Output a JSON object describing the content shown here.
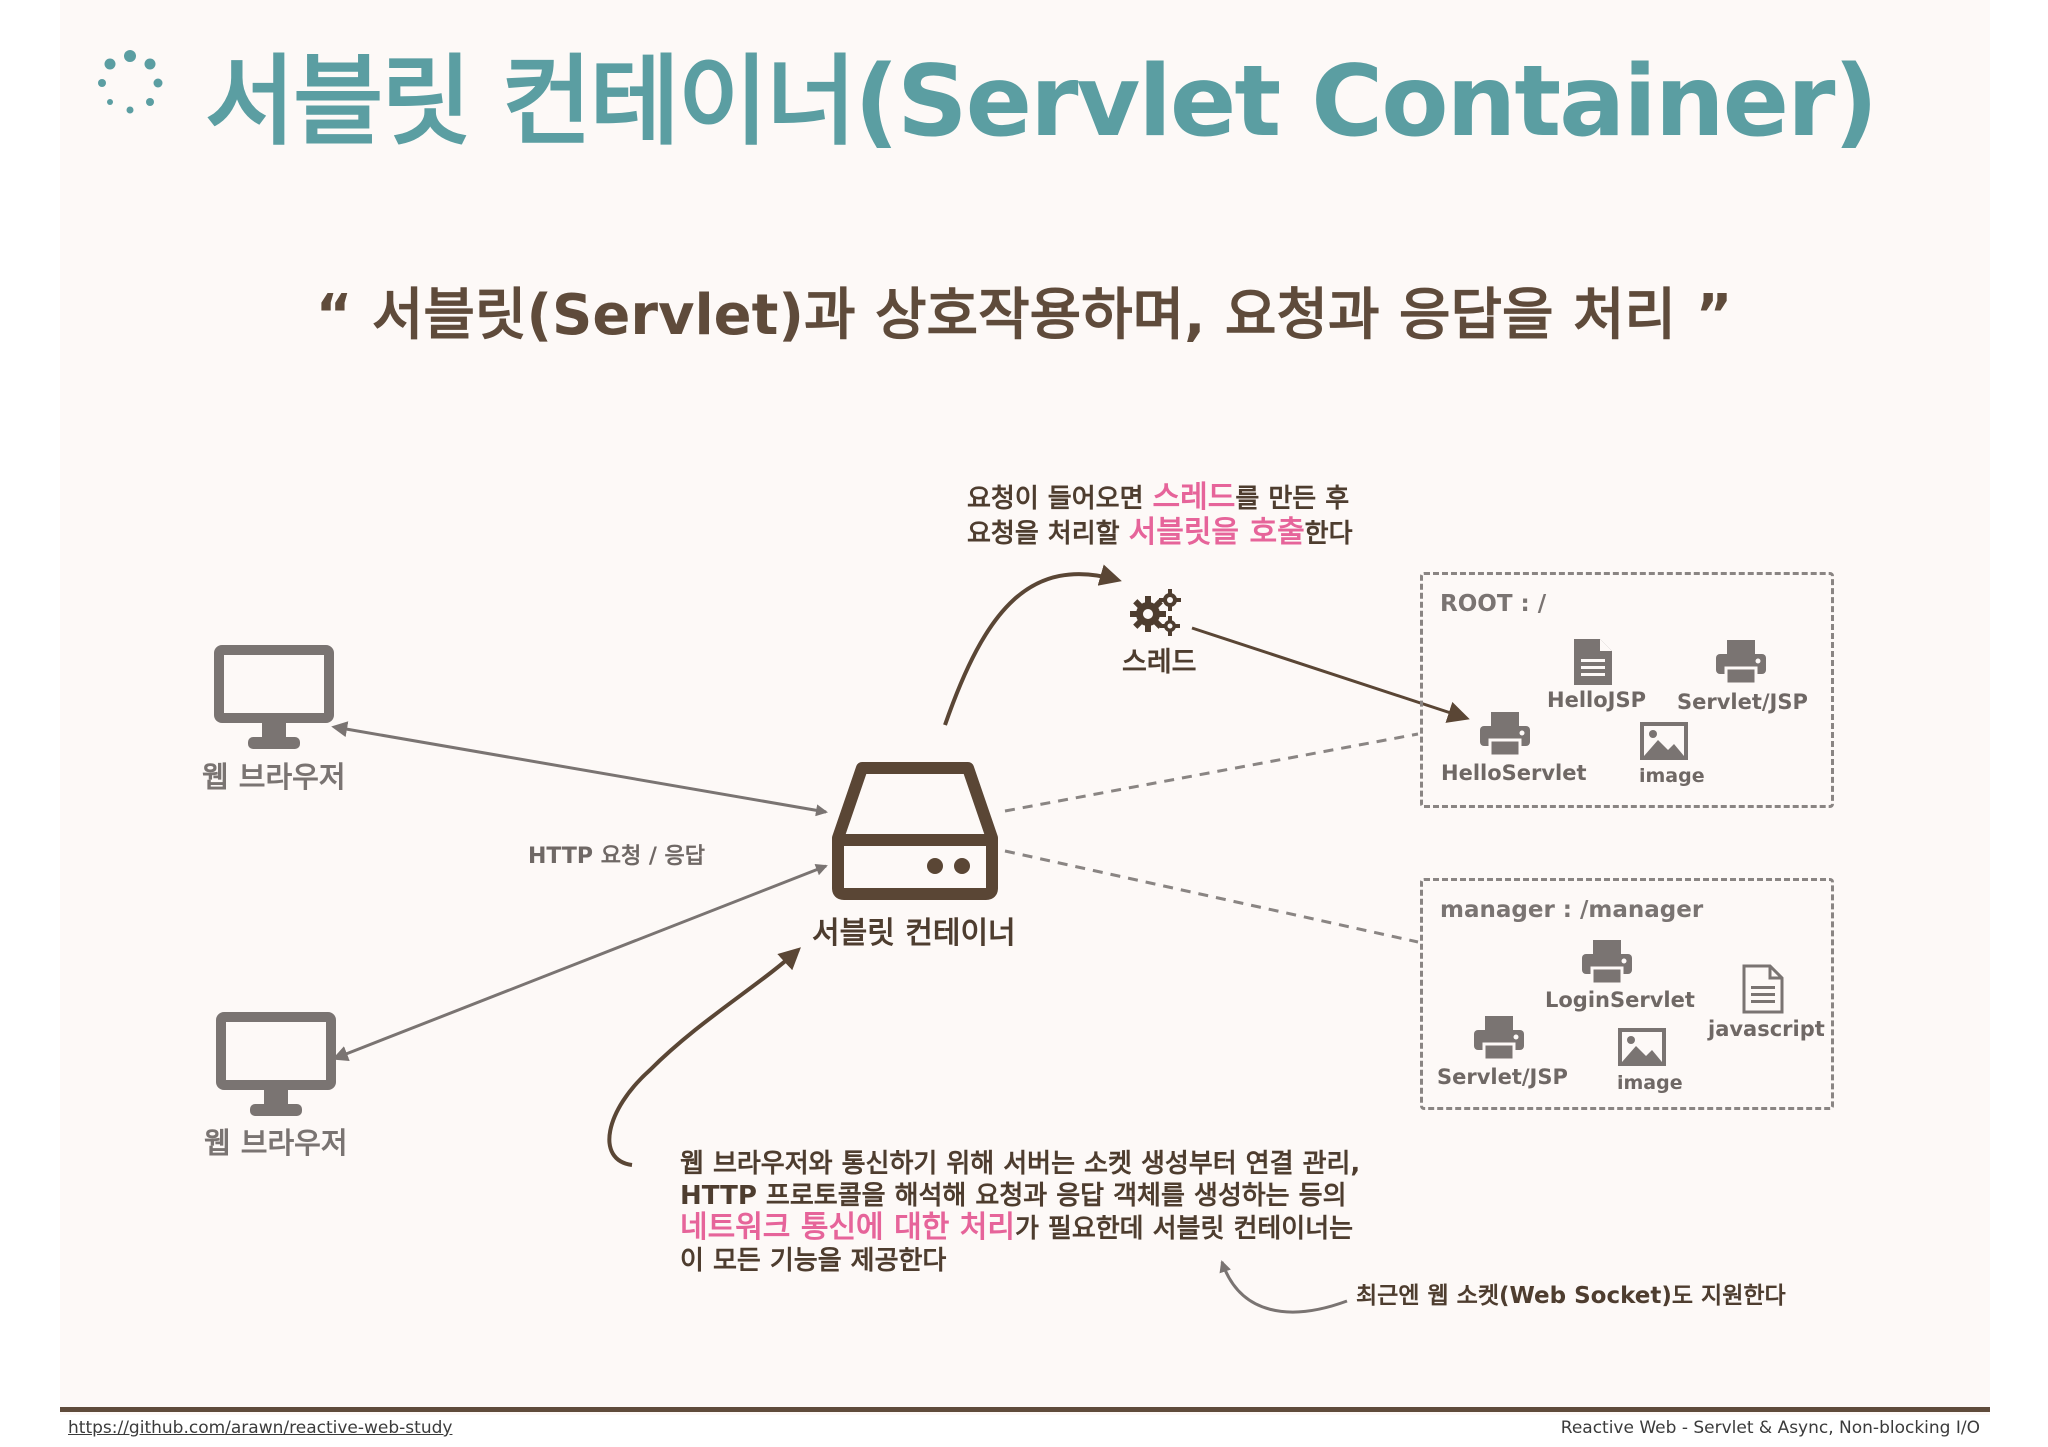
{
  "title": "서블릿 컨테이너(Servlet Container)",
  "quote": "“ 서블릿(Servlet)과 상호작용하며, 요청과 응답을 처리 ”",
  "top_note": {
    "line1_pre": "요청이 들어오면 ",
    "line1_hl": "스레드",
    "line1_post": "를 만든 후",
    "line2_pre": "요청을 처리할 ",
    "line2_hl": "서블릿을 호출",
    "line2_post": "한다"
  },
  "thread_label": "스레드",
  "browser_label_1": "웹 브라우저",
  "browser_label_2": "웹 브라우저",
  "http_label": "HTTP 요청 / 응답",
  "container_label": "서블릿 컨테이너",
  "root_context": {
    "title": "ROOT : /",
    "items": [
      "HelloJSP",
      "Servlet/JSP",
      "HelloServlet",
      "image"
    ]
  },
  "manager_context": {
    "title": "manager : /manager",
    "items": [
      "LoginServlet",
      "javascript",
      "Servlet/JSP",
      "image"
    ]
  },
  "bottom_note": {
    "line1": "웹 브라우저와 통신하기 위해 서버는 소켓 생성부터 연결 관리,",
    "line2": "HTTP 프로토콜을 해석해 요청과 응답 객체를 생성하는 등의",
    "line3_hl": "네트워크 통신에 대한 처리",
    "line3_post": "가 필요한데 서블릿 컨테이너는",
    "line4": "이 모든 기능을 제공한다"
  },
  "websocket_note": "최근엔 웹 소켓(Web Socket)도 지원한다",
  "footer": {
    "link": "https://github.com/arawn/reactive-web-study",
    "right": "Reactive Web - Servlet & Async, Non-blocking I/O"
  },
  "colors": {
    "title": "#5b9ea2",
    "text": "#4e3d2f",
    "highlight": "#e6649a",
    "icon_grey": "#7a7472",
    "background": "#fdf9f7"
  },
  "icons": [
    "dots-circle-icon",
    "monitor-icon",
    "server-icon",
    "gears-icon",
    "printer-icon",
    "document-icon",
    "image-icon"
  ]
}
